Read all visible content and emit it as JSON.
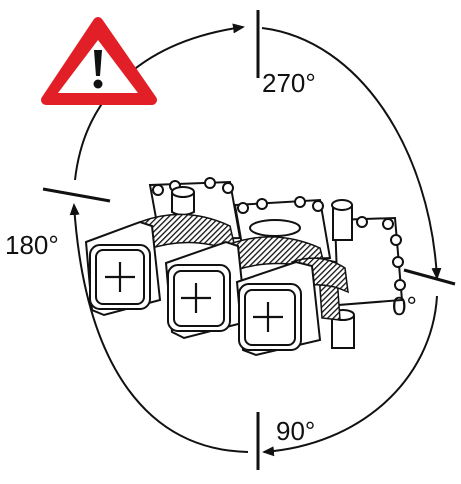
{
  "angles": {
    "a270": "270°",
    "a180": "180°",
    "a0": "0°",
    "a90": "90°"
  },
  "colors": {
    "warning_red": "#e21f26",
    "line": "#111111",
    "hatch": "#111111",
    "fill": "#ffffff"
  },
  "icons": {
    "warning": "warning-triangle-icon",
    "handle": "plus-cross-icon"
  }
}
